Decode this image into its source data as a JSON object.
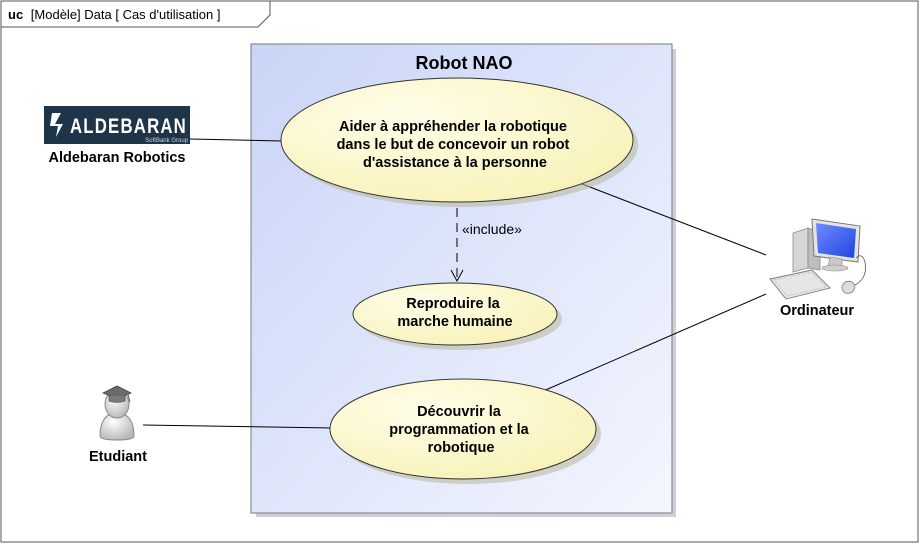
{
  "frame": {
    "keyword": "uc",
    "header": "[Modèle] Data [ Cas d'utilisation ]"
  },
  "system": {
    "title": "Robot NAO"
  },
  "use_cases": [
    {
      "id": "uc1",
      "lines": [
        "Aider à appréhender la robotique",
        "dans le but de concevoir un robot",
        "d'assistance à la personne"
      ]
    },
    {
      "id": "uc2",
      "lines": [
        "Reproduire la",
        "marche humaine"
      ]
    },
    {
      "id": "uc3",
      "lines": [
        "Découvrir la",
        "programmation et la",
        "robotique"
      ]
    }
  ],
  "actors": [
    {
      "id": "aldebaran",
      "name": "Aldebaran Robotics",
      "logo_text": "ALDEBARAN",
      "logo_subtext": "SoftBank Group",
      "icon": "company-logo-icon"
    },
    {
      "id": "ordinateur",
      "name": "Ordinateur",
      "icon": "computer-icon"
    },
    {
      "id": "etudiant",
      "name": "Etudiant",
      "icon": "student-icon"
    }
  ],
  "relations": [
    {
      "type": "include",
      "label": "«include»",
      "from": "uc1",
      "to": "uc2"
    }
  ],
  "colors": {
    "system_fill_top": "#c9d5f7",
    "system_fill_bottom": "#f4f6fe",
    "system_border": "#8c8c8c",
    "usecase_fill": "#fffbd0",
    "usecase_border": "#333333",
    "logo_bg": "#1e3448"
  }
}
